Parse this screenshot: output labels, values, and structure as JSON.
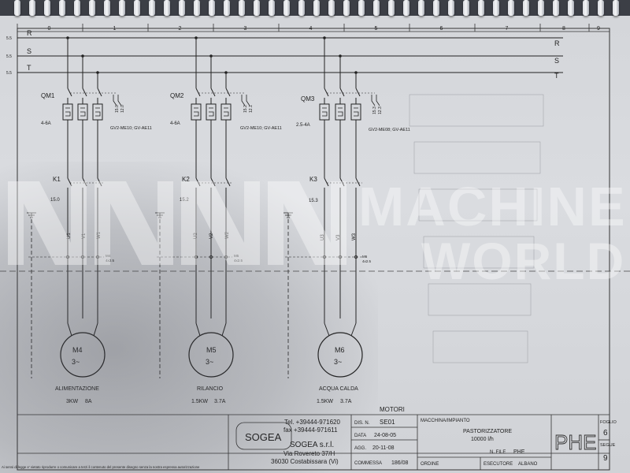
{
  "columns": [
    "0",
    "1",
    "2",
    "3",
    "4",
    "5",
    "6",
    "7",
    "8",
    "9"
  ],
  "lines": [
    {
      "name": "R",
      "ref": "5.5"
    },
    {
      "name": "S",
      "ref": "5.5"
    },
    {
      "name": "T",
      "ref": "5.5"
    }
  ],
  "breakers": [
    {
      "id": "QM1",
      "range": "4-6A",
      "model": "GV2-ME10; GV-AE11",
      "aux_a": "15.0",
      "aux_b": "12.0"
    },
    {
      "id": "QM2",
      "range": "4-6A",
      "model": "GV2-ME10; GV-AE11",
      "aux_a": "15.2",
      "aux_b": "12.1"
    },
    {
      "id": "QM3",
      "range": "2.5-4A",
      "model": "GV2-ME08; GV-AE11",
      "aux_a": "15.3",
      "aux_b": "12.3"
    }
  ],
  "contactors": [
    {
      "id": "K1",
      "ref": "15.0"
    },
    {
      "id": "K2",
      "ref": "15.2"
    },
    {
      "id": "K3",
      "ref": "15.3"
    }
  ],
  "terminals": [
    {
      "wires": [
        "U1",
        "V1",
        "W1"
      ],
      "cable": "M4",
      "section": "4x2.5"
    },
    {
      "wires": [
        "U2",
        "V2",
        "W2"
      ],
      "cable": "M5",
      "section": "4x2.5"
    },
    {
      "wires": [
        "U3",
        "V3",
        "W3"
      ],
      "cable": "M6",
      "section": "4x2.5"
    }
  ],
  "motors": [
    {
      "id": "M4",
      "phase": "3~",
      "name": "ALIMENTAZIONE",
      "power": "3KW",
      "current": "8A"
    },
    {
      "id": "M5",
      "phase": "3~",
      "name": "RILANCIO",
      "power": "1.5KW",
      "current": "3.7A"
    },
    {
      "id": "M6",
      "phase": "3~",
      "name": "ACQUA CALDA",
      "power": "1.5KW",
      "current": "3.7A"
    }
  ],
  "title_block": {
    "section": "MOTORI",
    "company_logo": "SOGEA",
    "tel": "Tel. +39444-971620",
    "fax": "fax +39444-971611",
    "company": "SOGEA s.r.l.",
    "address": "Via Rovereto 37/H",
    "city": "36030 Costabissara (Vi)",
    "dis_label": "DIS. N.",
    "dis_value": "SE01",
    "data_label": "DATA",
    "data_value": "24-08-05",
    "agg_label": "AGG.",
    "agg_value": "20-11-08",
    "commessa_label": "COMMESSA",
    "commessa_value": "186/08",
    "machine_label": "MACCHINA/IMPIANTO",
    "machine_name": "PASTORIZZATORE",
    "machine_capacity": "10000 l/h",
    "file_label": "N. FILE",
    "file_value": "PHE",
    "ordine_label": "ORDINE",
    "esecutore_label": "ESECUTORE",
    "esecutore_value": "ALBANO",
    "phe": "PHE",
    "foglio_label": "FOGLIO",
    "foglio_value": "6",
    "segue_label": "SEGUE",
    "segue_value": "9",
    "legal": "Ai sensi di legge e' vietato riprodurre o comunicare a terzi il contenuto del presente disegno senza la nostra espressa autorizzazione"
  },
  "watermark": {
    "line1": "MACHINERY",
    "line2": "WORLD"
  },
  "colors": {
    "ink": "#2a2a2a",
    "paper": "#d6d8dc",
    "watermark": "#ffffff"
  }
}
